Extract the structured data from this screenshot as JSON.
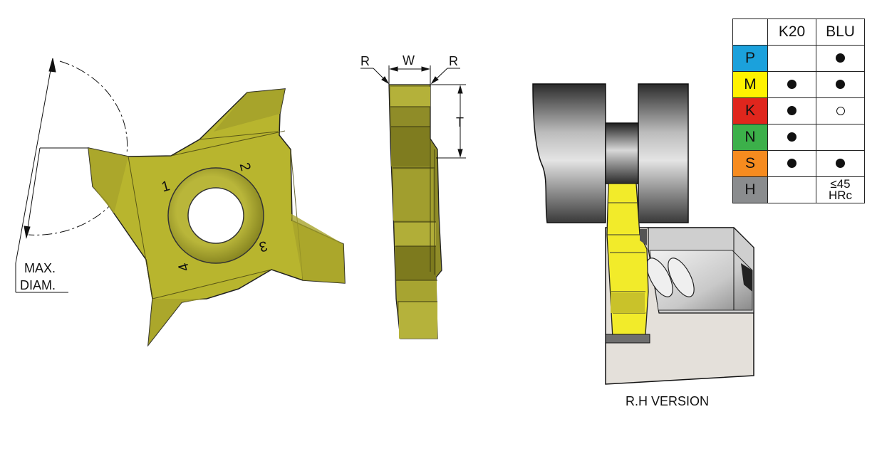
{
  "labels": {
    "max_diam_line1": "MAX.",
    "max_diam_line2": "DIAM.",
    "radius_left": "R",
    "width": "W",
    "radius_right": "R",
    "thickness": "T",
    "version": "R.H VERSION",
    "edge_numbers": [
      "1",
      "2",
      "3",
      "4"
    ]
  },
  "grade_table": {
    "columns": [
      "K20",
      "BLU"
    ],
    "rows": [
      {
        "material": "P",
        "color": "#1ba1dc",
        "k20": "",
        "blu": "filled"
      },
      {
        "material": "M",
        "color": "#fff200",
        "k20": "filled",
        "blu": "filled"
      },
      {
        "material": "K",
        "color": "#e0261d",
        "k20": "filled",
        "blu": "open"
      },
      {
        "material": "N",
        "color": "#3cb04a",
        "k20": "filled",
        "blu": ""
      },
      {
        "material": "S",
        "color": "#f68b1f",
        "k20": "filled",
        "blu": "filled"
      },
      {
        "material": "H",
        "color": "#8a8c8e",
        "k20": "",
        "blu": "≤45 HRc",
        "blu_line1": "≤45",
        "blu_line2": "HRc"
      }
    ]
  },
  "colors": {
    "insert_yellow": "#b8b52e",
    "insert_shade": "#8c8a22",
    "bright_yellow": "#f2eb2a"
  }
}
